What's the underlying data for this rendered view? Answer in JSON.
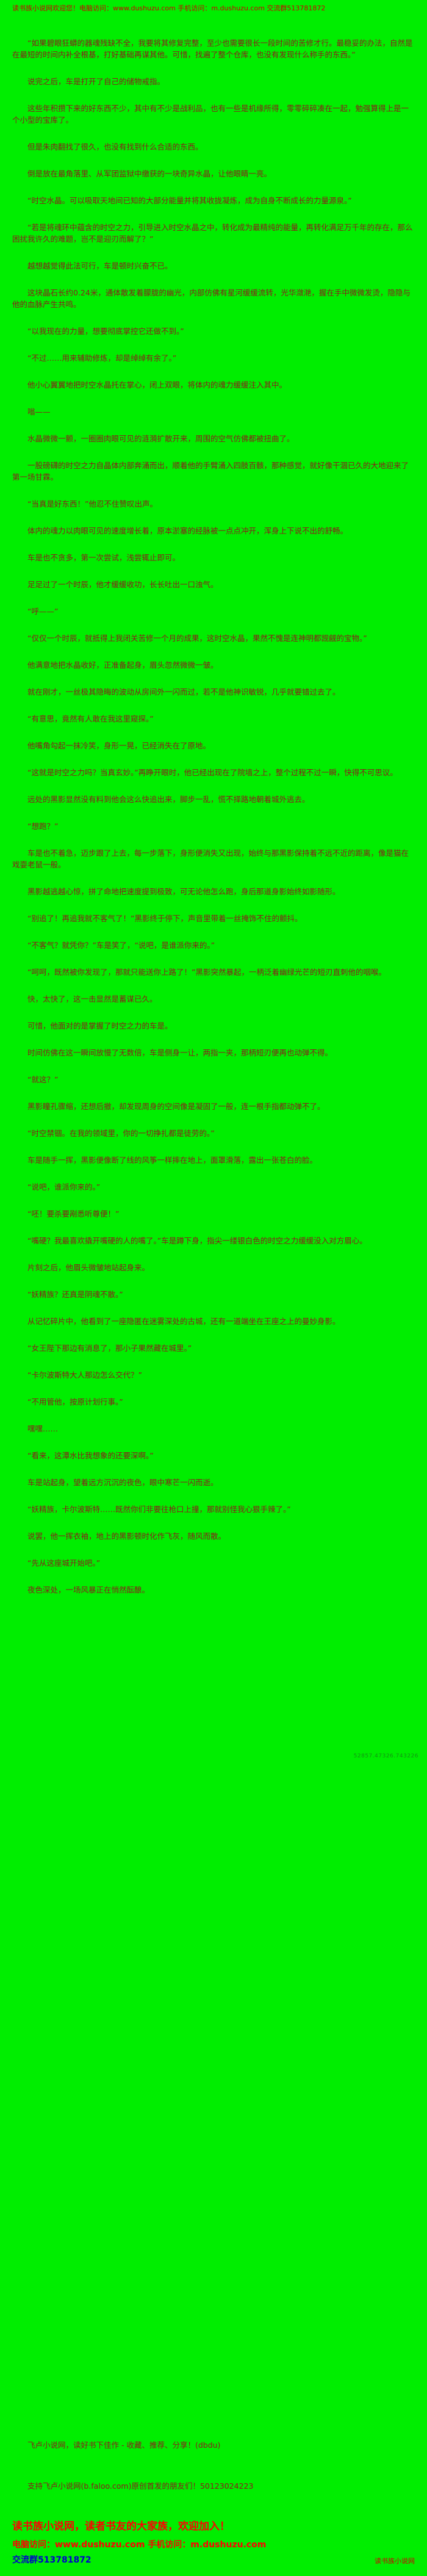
{
  "page": {
    "background_color": "#00ee00",
    "text_color": "#8b1a1a",
    "accent_red": "#ff0000",
    "accent_blue": "#0000cc"
  },
  "header": {
    "notice": "读书族小说网欢迎您！电脑访问：www.dushuzu.com 手机访问：m.dushuzu.com 交流群513781872"
  },
  "content": {
    "paragraphs": [
      "“如果碧眼狂蟒的器魂残缺不全，我要将其修复完整，至少也需要很长一段时间的苦修才行。最稳妥的办法，自然是在最短的时间内补全根基，打好基础再谋其他。可惜，找遍了整个仓库，也没有发现什么称手的东西。”",
      "说完之后，车是打开了自己的储物戒指。",
      "这些年积攒下来的好东西不少，其中有不少是战利品，也有一些是机缘所得，零零碎碎凑在一起，勉强算得上是一个小型的宝库了。",
      "但是朱肉翻找了很久，也没有找到什么合适的东西。",
      "倒是放在最角落里、从军团监狱中缴获的一块奇异水晶，让他眼睛一亮。",
      "“时空水晶。可以吸取天地间已知的大部分能量并将其收拢凝炼，成为自身不断成长的力量源泉。”",
      "“若是将魂环中蕴含的时空之力，引导进入时空水晶之中，转化成为最精纯的能量，再转化满足万千年的存在，那么困扰我许久的难题，岂不是迎刃而解了？”",
      "越想越觉得此法可行，车是顿时兴奋不已。",
      "这块晶石长约0.24米，通体散发着朦胧的幽光，内部仿佛有星河缓缓流转，光华潋滟，握在手中微微发烫，隐隐与他的血脉产生共鸣。",
      "“以我现在的力量，想要彻底掌控它还做不到。”",
      "“不过……用来辅助修炼，却是绰绰有余了。”",
      "他小心翼翼地把时空水晶托在掌心，闭上双眼，将体内的魂力缓缓注入其中。",
      "嗡——",
      "水晶微微一颤，一圈圈肉眼可见的涟漪扩散开来，周围的空气仿佛都被扭曲了。",
      "一股磅礴的时空之力自晶体内部奔涌而出，顺着他的手臂涌入四肢百骸，那种感觉，就好像干涸已久的大地迎来了第一场甘霖。",
      "“当真是好东西！”他忍不住赞叹出声。",
      "体内的魂力以肉眼可见的速度增长着，原本淤塞的经脉被一点点冲开，浑身上下说不出的舒畅。",
      "车是也不贪多，第一次尝试，浅尝辄止即可。",
      "足足过了一个时辰，他才缓缓收功，长长吐出一口浊气。",
      "“呼——”",
      "“仅仅一个时辰，就抵得上我闭关苦修一个月的成果，这时空水晶，果然不愧是连神明都觊觎的宝物。”",
      "他满意地把水晶收好，正准备起身，眉头忽然微微一皱。",
      "就在刚才，一丝极其隐晦的波动从房间外一闪而过，若不是他神识敏锐，几乎就要错过去了。",
      "“有意思，竟然有人敢在我这里窥探。”",
      "他嘴角勾起一抹冷笑，身形一晃，已经消失在了原地。",
      "“这就是时空之力吗？当真玄妙。”再睁开眼时，他已经出现在了院墙之上，整个过程不过一瞬，快得不可思议。",
      "远处的黑影显然没有料到他会这么快追出来，脚步一乱，慌不择路地朝着城外逃去。",
      "“想跑？”",
      "车是也不着急，迈步跟了上去，每一步落下，身形便消失又出现，始终与那黑影保持着不远不近的距离，像是猫在戏耍老鼠一般。",
      "黑影越逃越心惊，拼了命地把速度提到极致，可无论他怎么跑，身后那道身影始终如影随形。",
      "“别追了！再追我就不客气了！”黑影终于停下，声音里带着一丝掩饰不住的颤抖。",
      "“不客气？就凭你？”车是笑了，“说吧，是谁派你来的。”",
      "“呵呵，既然被你发现了，那就只能送你上路了！”黑影突然暴起，一柄泛着幽绿光芒的短刃直刺他的咽喉。",
      "快，太快了，这一击显然是蓄谋已久。",
      "可惜，他面对的是掌握了时空之力的车是。",
      "时间仿佛在这一瞬间放慢了无数倍，车是侧身一让，两指一夹，那柄短刃便再也动弹不得。",
      "“就这？”",
      "黑影瞳孔骤缩，还想后撤，却发现周身的空间像是凝固了一般，连一根手指都动弹不了。",
      "“时空禁锢。在我的领域里，你的一切挣扎都是徒劳的。”",
      "车是随手一挥，黑影便像断了线的风筝一样摔在地上，面罩滑落，露出一张苍白的脸。",
      "“说吧，谁派你来的。”",
      "“呸！要杀要剐悉听尊便！”",
      "“嘴硬？我最喜欢撬开嘴硬的人的嘴了。”车是蹲下身，指尖一缕银白色的时空之力缓缓没入对方眉心。",
      "片刻之后，他眉头微皱地站起身来。",
      "“妖精族？还真是阴魂不散。”",
      "从记忆碎片中，他看到了一座隐匿在迷雾深处的古城，还有一道端坐在王座之上的曼妙身影。",
      "“女王陛下那边有消息了，那小子果然藏在城里。”",
      "“卡尔波斯特大人那边怎么交代？”",
      "“不用管他，按原计划行事。”",
      "嘿嘿……",
      "“看来，这潭水比我想象的还要深啊。”",
      "车是站起身，望着远方沉沉的夜色，眼中寒芒一闪而逝。",
      "“妖精族，卡尔波斯特……既然你们非要往枪口上撞，那就别怪我心狠手辣了。”",
      "说罢，他一挥衣袖，地上的黑影顿时化作飞灰，随风而散。",
      "“先从这座城开始吧。”",
      "夜色深处，一场风暴正在悄然酝酿。"
    ],
    "tip_line": "飞卢小说网，读好书下佳作 - 收藏、推荐、分享！(dbdu)",
    "support_line": "支持飞卢小说网(b.faloo.com)原创首发的朋友们！50123024223"
  },
  "watermark": "52857.47326.743226",
  "footer": {
    "slogan": "读书族小说网，读者书友的大家族，欢迎加入！",
    "visit": "电脑访问：www.dushuzu.com 手机访问：m.dushuzu.com",
    "qq_group": "交流群513781872",
    "site_name": "读书族小说网"
  }
}
